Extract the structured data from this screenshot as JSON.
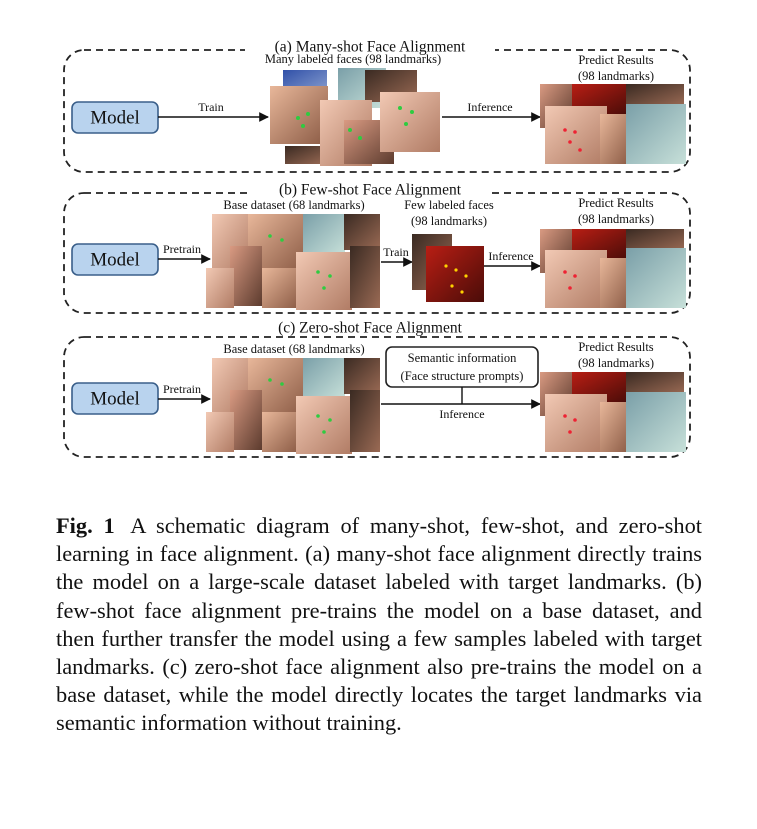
{
  "panels": [
    {
      "title": "(a) Many-shot Face Alignment",
      "model_label": "Model",
      "faces_label": "Many labeled faces (98 landmarks)",
      "train_label": "Train",
      "inference_label": "Inference",
      "results_label_1": "Predict Results",
      "results_label_2": "(98 landmarks)"
    },
    {
      "title": "(b) Few-shot Face Alignment",
      "model_label": "Model",
      "pretrain_label": "Pretrain",
      "base_label": "Base dataset (68 landmarks)",
      "few_label_1": "Few labeled faces",
      "few_label_2": "(98 landmarks)",
      "train_label": "Train",
      "inference_label": "Inference",
      "results_label_1": "Predict Results",
      "results_label_2": "(98 landmarks)"
    },
    {
      "title": "(c) Zero-shot Face Alignment",
      "model_label": "Model",
      "pretrain_label": "Pretrain",
      "base_label": "Base dataset (68 landmarks)",
      "semantic_label_1": "Semantic information",
      "semantic_label_2": "(Face structure prompts)",
      "inference_label": "Inference",
      "results_label_1": "Predict Results",
      "results_label_2": "(98 landmarks)"
    }
  ],
  "caption": {
    "label": "Fig. 1",
    "text": "A schematic diagram of many-shot, few-shot, and zero-shot learning in face alignment. (a) many-shot face alignment directly trains the model on a large-scale dataset labeled with target landmarks. (b) few-shot face alignment pre-trains the model on a base dataset, and then further transfer the model using a few samples labeled with target landmarks. (c) zero-shot face alignment also pre-trains the model on a base dataset, while the model directly locates the target landmarks via semantic information without training."
  },
  "colors": {
    "model_fill": "#b9d3ee",
    "model_stroke": "#3a5f8a"
  }
}
